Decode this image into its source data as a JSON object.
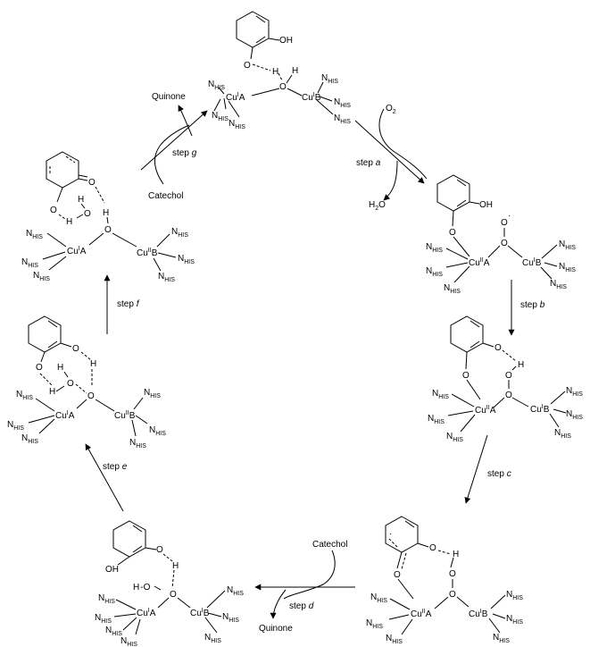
{
  "atoms": {
    "oh": "OH",
    "o": "O",
    "h": "H",
    "cu": "Cu",
    "cu_ox1": "I",
    "cu_ox2": "II",
    "site_a": "A",
    "site_b": "B",
    "n": "N",
    "n_sub": "HIS",
    "h2o": "H",
    "h2o_sub": "2",
    "h2o_o": "O",
    "o2": "O",
    "o2_sub": "2",
    "radical": "·"
  },
  "molecules": {
    "quinone": "Quinone",
    "catechol": "Catechol"
  },
  "steps": {
    "step_word": "step",
    "a": "a",
    "b": "b",
    "c": "c",
    "d": "d",
    "e": "e",
    "f": "f",
    "g": "g"
  }
}
